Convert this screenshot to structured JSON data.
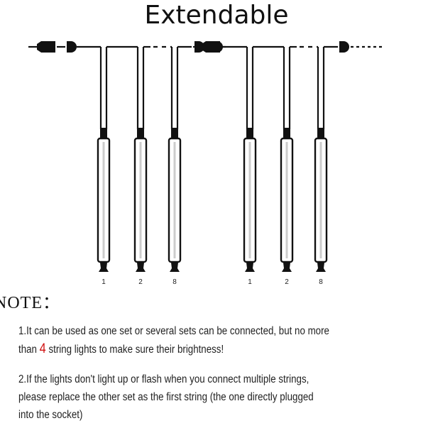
{
  "title": "Extendable",
  "diagram": {
    "group_labels": [
      "1",
      "2",
      "8"
    ],
    "groups": 2
  },
  "note": {
    "heading": "NOTE：",
    "item1_line1": "1.It can be used as one set or several sets can be connected, but no more",
    "item1_line2_pre": "than ",
    "item1_highlight": "4",
    "item1_line2_post": " string lights to make sure their brightness!",
    "item2_line1": "2.If the lights don't light up or flash when you connect multiple strings,",
    "item2_line2": " please replace the other set as the first string (the one directly plugged",
    "item2_line3": " into the socket)",
    "highlight_color": "#d01010"
  }
}
